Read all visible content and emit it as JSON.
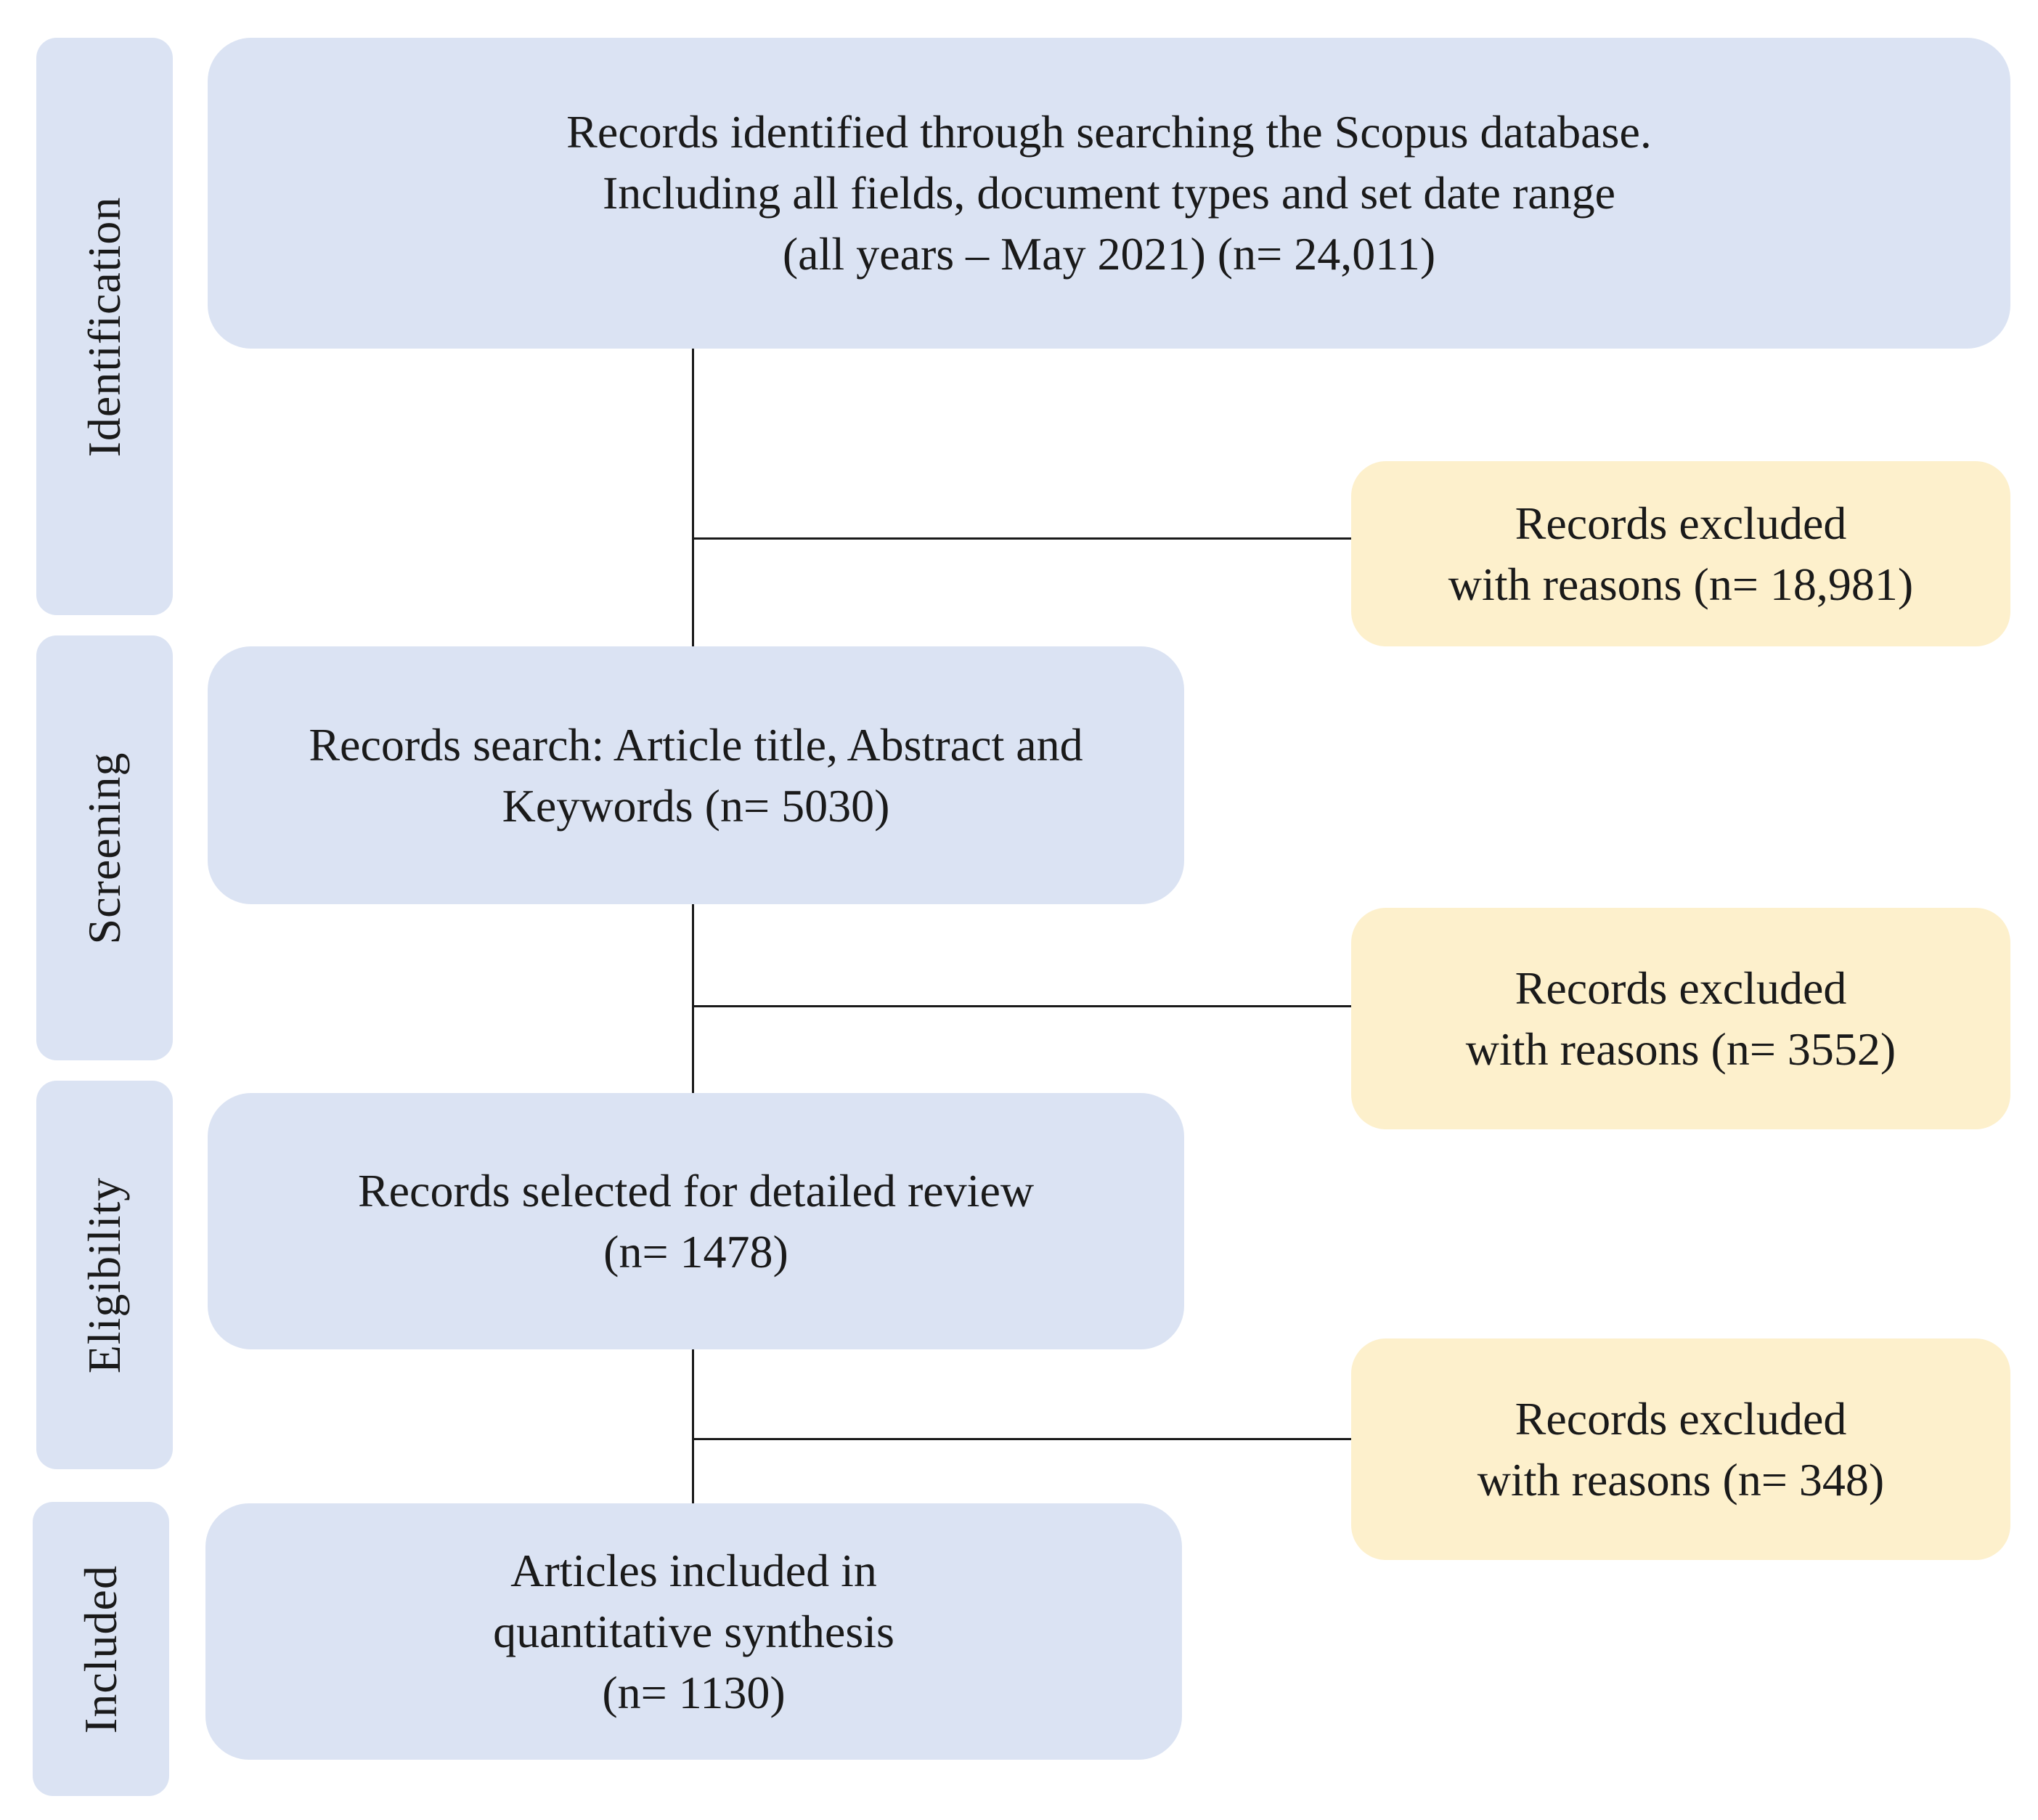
{
  "stages": {
    "identification": "Identification",
    "screening": "Screening",
    "eligibility": "Eligibility",
    "included": "Included"
  },
  "boxes": {
    "identified": {
      "line1": "Records identified through searching the Scopus database.",
      "line2": "Including all fields, document types and set date range",
      "line3": "(all years – May 2021) (n= 24,011)"
    },
    "screened": {
      "line1": "Records search: Article title, Abstract and",
      "line2": "Keywords (n= 5030)"
    },
    "eligible": {
      "line1": "Records selected for detailed review",
      "line2": "(n= 1478)"
    },
    "included": {
      "line1": "Articles included in",
      "line2": "quantitative synthesis",
      "line3": "(n= 1130)"
    }
  },
  "exclusions": [
    {
      "line1": "Records excluded",
      "line2": "with reasons (n= 18,981)"
    },
    {
      "line1": "Records excluded",
      "line2": "with reasons (n= 3552)"
    },
    {
      "line1": "Records excluded",
      "line2": "with reasons (n= 348)"
    }
  ],
  "colors": {
    "main_fill": "#dbe3f3",
    "exclusion_fill": "#fdf0cc",
    "connector": "#1a1a1a"
  }
}
